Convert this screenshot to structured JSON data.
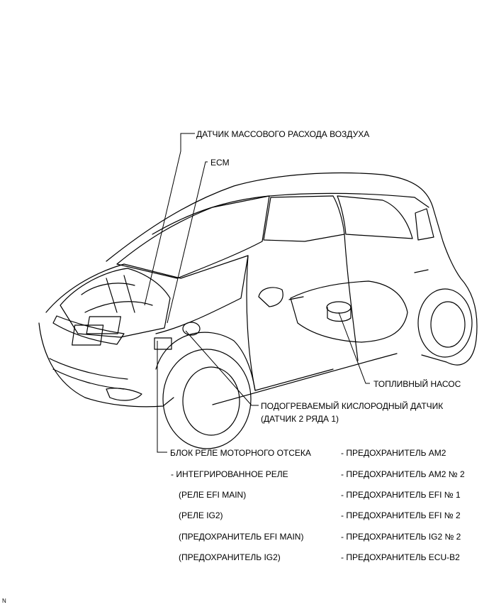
{
  "callouts": {
    "maf_sensor": "ДАТЧИК МАССОВОГО РАСХОДА ВОЗДУХА",
    "ecm": "ECM",
    "fuel_pump": "ТОПЛИВНЫЙ НАСОС",
    "o2_sensor_line1": "ПОДОГРЕВАЕМЫЙ КИСЛОРОДНЫЙ ДАТЧИК",
    "o2_sensor_line2": "(ДАТЧИК 2 РЯДА 1)",
    "relay_block": "БЛОК РЕЛЕ МОТОРНОГО ОТСЕКА"
  },
  "relay_block_contents": {
    "left": [
      "- ИНТЕГРИРОВАННОЕ РЕЛЕ",
      "(РЕЛЕ EFI MAIN)",
      "(РЕЛЕ IG2)",
      "(ПРЕДОХРАНИТЕЛЬ EFI MAIN)",
      "(ПРЕДОХРАНИТЕЛЬ IG2)"
    ],
    "right": [
      "- ПРЕДОХРАНИТЕЛЬ AM2",
      "- ПРЕДОХРАНИТЕЛЬ AM2 № 2",
      "- ПРЕДОХРАНИТЕЛЬ EFI № 1",
      "- ПРЕДОХРАНИТЕЛЬ EFI № 2",
      "- ПРЕДОХРАНИТЕЛЬ IG2 № 2",
      "- ПРЕДОХРАНИТЕЛЬ ECU-B2"
    ]
  },
  "figure_id": "N"
}
